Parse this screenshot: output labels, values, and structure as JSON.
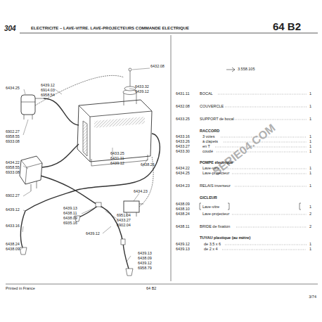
{
  "diagram": {
    "title": "ELECTRICITE – LAVE-VITRE. LAVE-PROJECTEURS COMMANDE ELECTRIQUE",
    "labels": [
      "304",
      "64 B2",
      "6432.08",
      "6439.12",
      "6914.03",
      "6958.54",
      "6433.32",
      "6439.12",
      "6434.25",
      "6902.27",
      "6958.55",
      "6933.08",
      "6433.25",
      "6431.11",
      "6439.12",
      "6438.26",
      "6434.22",
      "6958.55",
      "6933.08",
      "6434.23",
      "6902.27",
      "6439.12",
      "6439.13",
      "6438.11",
      "6438.09",
      "6935.16",
      "6951.04",
      "6433.27",
      "6902.04",
      "6433.16",
      "6439.12",
      "6438.24",
      "6438.09",
      "6439.13",
      "6438.09",
      "6439.12",
      "6958.79",
      "Printed in France",
      "64 B2",
      "3/74",
      "SERIE04.COM",
      "3.558.105",
      "6431.11",
      "BOCAL",
      "1",
      "6432.08",
      "COUVERCLE",
      "1",
      "6433.25",
      "SUPPORT de bocal",
      "1",
      "RACCORD",
      "6433.16",
      "3 voies",
      "1",
      "6433.26",
      "à clapets",
      "1",
      "6433.27",
      "en T",
      "1",
      "6433.30",
      "coudé",
      "1",
      "POMPE électrique",
      "6434.22",
      "Lave-vitre",
      "1",
      "6434.25",
      "Lave-projecteur",
      "1",
      "6434.23",
      "RELAIS inverseur",
      "1",
      "GICLEUR",
      "6438.09",
      "Lave-vitre",
      "1",
      "6438.10",
      "6438.24",
      "Lave-projecteur",
      "2",
      "6438.11",
      "BRIDE de fixation",
      "2",
      "TUYAU plastique (au mètre)",
      "6439.12",
      "de 3,5 x 6",
      "1",
      "6439.13",
      "de 2 x 4",
      "1"
    ]
  }
}
